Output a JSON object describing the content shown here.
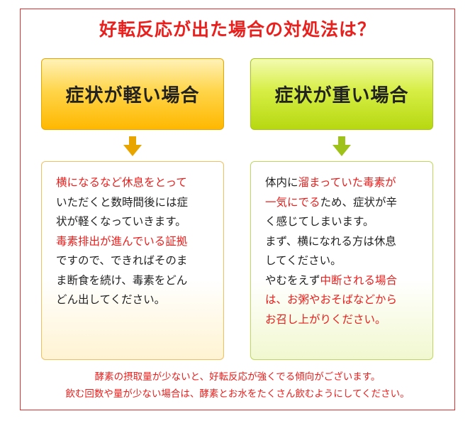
{
  "title": "好転反応が出た場合の対処法は？",
  "left": {
    "heading": "症状が軽い場合",
    "lines": [
      [
        {
          "t": "横になるなど休息をとって",
          "red": true
        }
      ],
      [
        {
          "t": "いただくと数時間後には症",
          "red": false
        }
      ],
      [
        {
          "t": "状が軽くなっていきます。",
          "red": false
        }
      ],
      [
        {
          "t": "毒素排出が進んでいる証拠",
          "red": true
        }
      ],
      [
        {
          "t": "ですので、できればそのま",
          "red": false
        }
      ],
      [
        {
          "t": "ま断食を続け、毒素をどん",
          "red": false
        }
      ],
      [
        {
          "t": "どん出してください。",
          "red": false
        }
      ]
    ]
  },
  "right": {
    "heading": "症状が重い場合",
    "lines": [
      [
        {
          "t": "体内に",
          "red": false
        },
        {
          "t": "溜まっていた毒素が",
          "red": true
        }
      ],
      [
        {
          "t": "一気にでる",
          "red": true
        },
        {
          "t": "ため、症状が辛",
          "red": false
        }
      ],
      [
        {
          "t": "く感じてしまいます。",
          "red": false
        }
      ],
      [
        {
          "t": "まず、横になれる方は休息",
          "red": false
        }
      ],
      [
        {
          "t": "してください。",
          "red": false
        }
      ],
      [
        {
          "t": "やむをえず",
          "red": false
        },
        {
          "t": "中断される場合",
          "red": true
        }
      ],
      [
        {
          "t": "は、お粥やおそばなどから",
          "red": true
        }
      ],
      [
        {
          "t": "お召し上がりください。",
          "red": true
        }
      ]
    ]
  },
  "footer": {
    "line1": "酵素の摂取量が少ないと、好転反応が強くでる傾向がございます。",
    "line2": "飲む回数や量が少ない場合は、酵素とお水をたくさん飲むようにしてください。"
  },
  "colors": {
    "accent_red": "#e8201e",
    "arrow_left": "#e8a500",
    "arrow_right": "#9fc21a"
  },
  "icons": {
    "arrow_left": "arrow-down-icon",
    "arrow_right": "arrow-down-icon"
  }
}
